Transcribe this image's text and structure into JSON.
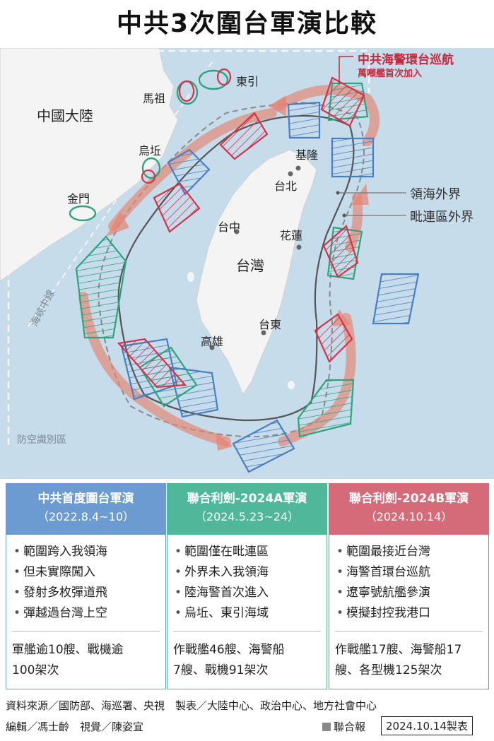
{
  "title": "中共3次圍台軍演比較",
  "map": {
    "labels": {
      "mainland": "中國大陸",
      "mazu": "馬祖",
      "dongyin": "東引",
      "wuqiu": "烏坵",
      "kinmen": "金門",
      "keelung": "基隆",
      "taipei": "台北",
      "taichung": "台中",
      "hualien": "花蓮",
      "taiwan": "台灣",
      "taitung": "台東",
      "kaohsiung": "高雄",
      "median_line": "海峽中線",
      "adiz": "防空識別區"
    },
    "callouts": {
      "coast_guard": "中共海警環台巡航",
      "coast_guard_sub": "萬噸艦首次加入",
      "territorial_sea": "領海外界",
      "contiguous_zone": "毗連區外界"
    },
    "colors": {
      "exercise_2022": "#4a7fc1",
      "exercise_2024a": "#2fa37f",
      "exercise_2024b": "#d3344b",
      "sea": "#c6dceb",
      "land": "#f4f4f4"
    }
  },
  "columns": [
    {
      "title": "中共首度圍台軍演",
      "date": "（2022.8.4~10）",
      "bullets": [
        "範圍跨入我領海",
        "但未實際闖入",
        "發射多枚彈道飛",
        "彈越過台灣上空"
      ],
      "stats": [
        "軍艦逾10艘、戰機逾",
        "100架次"
      ]
    },
    {
      "title": "聯合利劍-2024A軍演",
      "date": "（2024.5.23~24）",
      "bullets": [
        "範圍僅在毗連區",
        "外界未入我領海",
        "陸海警首次進入",
        "烏坵、東引海域"
      ],
      "stats": [
        "作戰艦46艘、海警船",
        "7艘、戰機91架次"
      ]
    },
    {
      "title": "聯合利劍-2024B軍演",
      "date": "（2024.10.14）",
      "bullets": [
        "範圍最接近台灣",
        "海警首環台巡航",
        "遼寧號航艦參演",
        "模擬封控我港口"
      ],
      "stats": [
        "作戰艦17艘、海警船17",
        "艘、各型機125架次"
      ]
    }
  ],
  "footer": {
    "sources": "資料來源／國防部、海巡署、央視　製表／大陸中心、政治中心、地方社會中心",
    "credits": "編輯／馮士齡　視覺／陳姿宜",
    "publisher": "聯合報",
    "date_stamp": "2024.10.14製表"
  }
}
